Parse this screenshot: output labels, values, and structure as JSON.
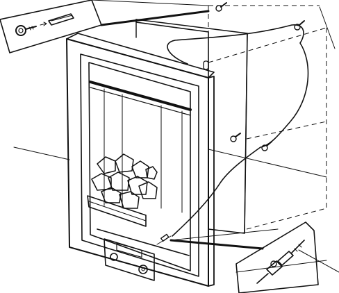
{
  "image": {
    "kind": "exploded installation diagram",
    "text_labels": []
  },
  "palette": {
    "ink": "#111111",
    "paper": "#ffffff"
  },
  "parts": {
    "wall_recess": "wall-recess-outline",
    "backing_panel": "backing-panel",
    "fire_frame": "fire-frame",
    "firebox": "firebox-opening",
    "coal_bed": "coal-bed",
    "control_panel": "control-panel",
    "pipe": "gas-supply-pipe",
    "screws": [
      "screw-top",
      "screw-mid-right",
      "screw-panel-left",
      "screw-lower-right"
    ],
    "inset_top_left": "detail-inset-screw-and-plug",
    "inset_bottom_right": "detail-inset-pipe-connection"
  }
}
